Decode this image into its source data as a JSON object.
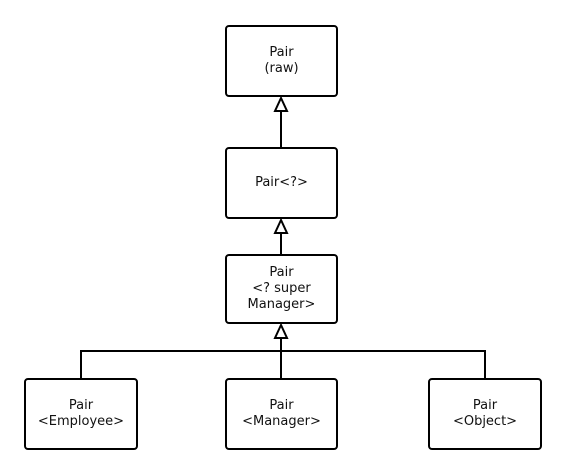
{
  "diagram": {
    "nodes": {
      "raw": "Pair\n(raw)",
      "wildcard": "Pair<?>",
      "super": "Pair\n<? super\nManager>",
      "employee": "Pair\n<Employee>",
      "manager": "Pair\n<Manager>",
      "object": "Pair\n<Object>"
    },
    "edges": [
      {
        "from": "wildcard",
        "to": "raw",
        "kind": "inheritance"
      },
      {
        "from": "super",
        "to": "wildcard",
        "kind": "inheritance"
      },
      {
        "from": "employee",
        "to": "super",
        "kind": "inheritance"
      },
      {
        "from": "manager",
        "to": "super",
        "kind": "inheritance"
      },
      {
        "from": "object",
        "to": "super",
        "kind": "inheritance"
      }
    ],
    "colors": {
      "stroke": "#000000",
      "fill": "#ffffff",
      "text": "#111111"
    }
  }
}
